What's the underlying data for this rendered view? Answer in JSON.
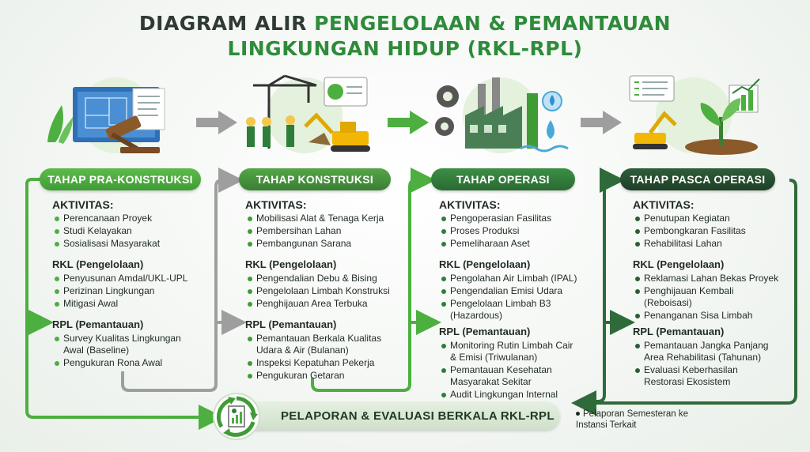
{
  "title": {
    "part1": "DIAGRAM ALIR",
    "part2": "PENGELOLAAN & PEMANTAUAN",
    "line2": "LINGKUNGAN HIDUP (RKL-RPL)"
  },
  "colors": {
    "stage1": "#4caf3f",
    "stage2": "#3f9b35",
    "stage3": "#2f7d3a",
    "stage4": "#1e3f27",
    "connector_gray": "#9e9e9e"
  },
  "stages": [
    {
      "header": "TAHAP PRA-KONSTRUKSI",
      "icon": "blueprint-gavel-icon",
      "aktivitas_title": "AKTIVITAS:",
      "aktivitas": [
        "Perencanaan Proyek",
        "Studi Kelayakan",
        "Sosialisasi Masyarakat"
      ],
      "rkl_title": "RKL (Pengelolaan)",
      "rkl": [
        "Penyusunan Amdal/UKL-UPL",
        "Perizinan Lingkungan",
        "Mitigasi Awal"
      ],
      "rpl_title": "RPL (Pemantauan)",
      "rpl": [
        "Survey Kualitas Lingkungan Awal (Baseline)",
        "Pengukuran Rona Awal"
      ]
    },
    {
      "header": "TAHAP KONSTRUKSI",
      "icon": "construction-crane-icon",
      "aktivitas_title": "AKTIVITAS:",
      "aktivitas": [
        "Mobilisasi Alat & Tenaga Kerja",
        "Pembersihan Lahan",
        "Pembangunan Sarana"
      ],
      "rkl_title": "RKL (Pengelolaan)",
      "rkl": [
        "Pengendalian Debu & Bising",
        "Pengelolaan Limbah Konstruksi",
        "Penghijauan Area Terbuka"
      ],
      "rpl_title": "RPL (Pemantauan)",
      "rpl": [
        "Pemantauan Berkala Kualitas Udara & Air (Bulanan)",
        "Inspeksi Kepatuhan Pekerja",
        "Pengukuran Getaran"
      ]
    },
    {
      "header": "TAHAP OPERASI",
      "icon": "factory-gears-icon",
      "aktivitas_title": "AKTIVITAS:",
      "aktivitas": [
        "Pengoperasian Fasilitas",
        "Proses Produksi",
        "Pemeliharaan Aset"
      ],
      "rkl_title": "RKL (Pengelolaan)",
      "rkl": [
        "Pengolahan Air Limbah (IPAL)",
        "Pengendalian Emisi Udara",
        "Pengelolaan Limbah B3 (Hazardous)"
      ],
      "rpl_title": "RPL (Pemantauan)",
      "rpl": [
        "Monitoring Rutin Limbah Cair & Emisi (Triwulanan)",
        "Pemantauan Kesehatan Masyarakat Sekitar",
        "Audit Lingkungan Internal"
      ]
    },
    {
      "header": "TAHAP PASCA OPERASI",
      "icon": "rehabilitation-plant-icon",
      "aktivitas_title": "AKTIVITAS:",
      "aktivitas": [
        "Penutupan Kegiatan",
        "Pembongkaran Fasilitas",
        "Rehabilitasi Lahan"
      ],
      "rkl_title": "RKL (Pengelolaan)",
      "rkl": [
        "Reklamasi Lahan Bekas Proyek",
        "Penghijauan Kembali (Reboisasi)",
        "Penanganan Sisa Limbah"
      ],
      "rpl_title": "RPL (Pemantauan)",
      "rpl": [
        "Pemantauan Jangka Panjang Area Rehabilitasi (Tahunan)",
        "Evaluasi Keberhasilan Restorasi Ekosistem"
      ]
    }
  ],
  "bottom": {
    "label": "PELAPORAN & EVALUASI BERKALA RKL-RPL",
    "icon": "report-cycle-icon",
    "note": "Pelaporan Semesteran ke Instansi Terkait"
  }
}
